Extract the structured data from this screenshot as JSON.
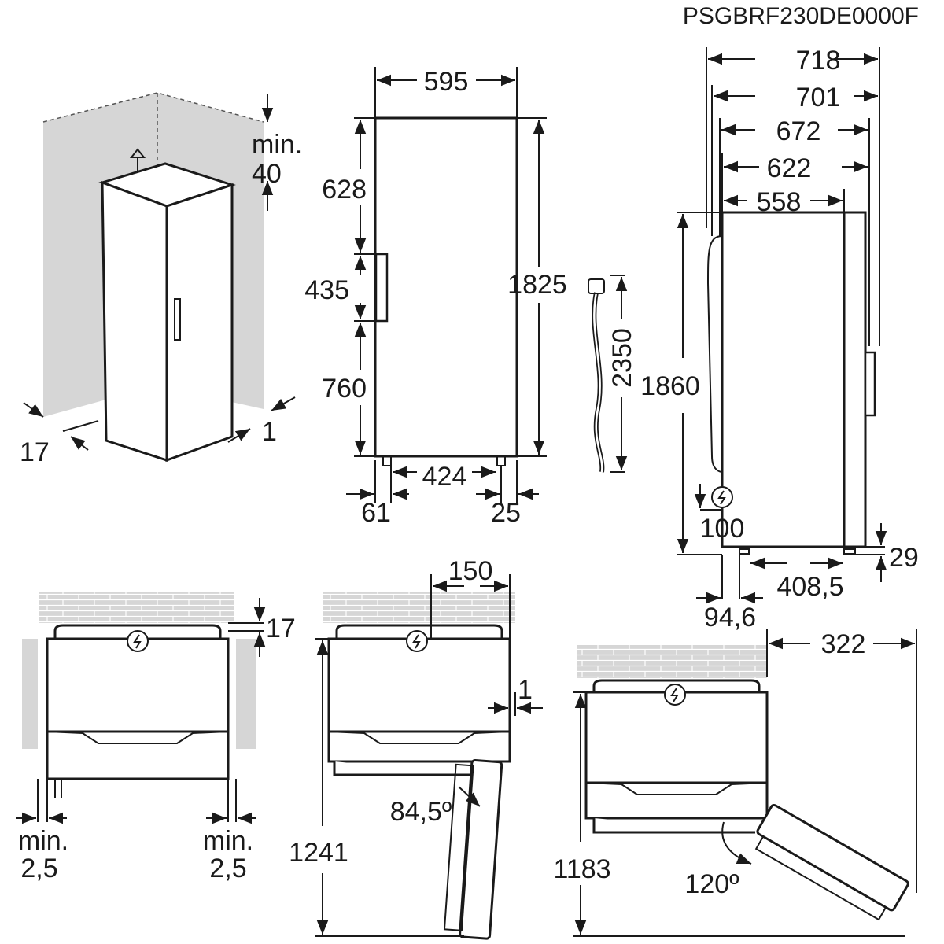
{
  "model_code": "PSGBRF230DE0000F",
  "perspective_view": {
    "clearance_top_line1": "min.",
    "clearance_top_line2": "40",
    "side_gap": "17",
    "rear_gap": "1"
  },
  "front_view": {
    "width": "595",
    "top_to_handle": "628",
    "handle_height": "435",
    "handle_to_bottom": "760",
    "height": "1825",
    "feet_spacing": "424",
    "left_foot_offset": "61",
    "right_foot_offset": "25"
  },
  "power_cord": {
    "length": "2350"
  },
  "side_view": {
    "depth_1": "718",
    "depth_2": "701",
    "depth_3": "672",
    "depth_4": "622",
    "depth_5": "558",
    "height": "1860",
    "plug_height": "100",
    "foot_height": "29",
    "foot_depth": "408,5",
    "foot_offset": "94,6"
  },
  "top_view_clearance": {
    "rear_gap": "17",
    "left_line1": "min.",
    "left_line2": "2,5",
    "right_line1": "min.",
    "right_line2": "2,5"
  },
  "top_view_door_84": {
    "hinge_offset": "150",
    "side_gap": "1",
    "angle": "84,5º",
    "depth_open": "1241"
  },
  "top_view_door_120": {
    "width_needed": "322",
    "depth_open": "1183",
    "angle": "120º"
  }
}
